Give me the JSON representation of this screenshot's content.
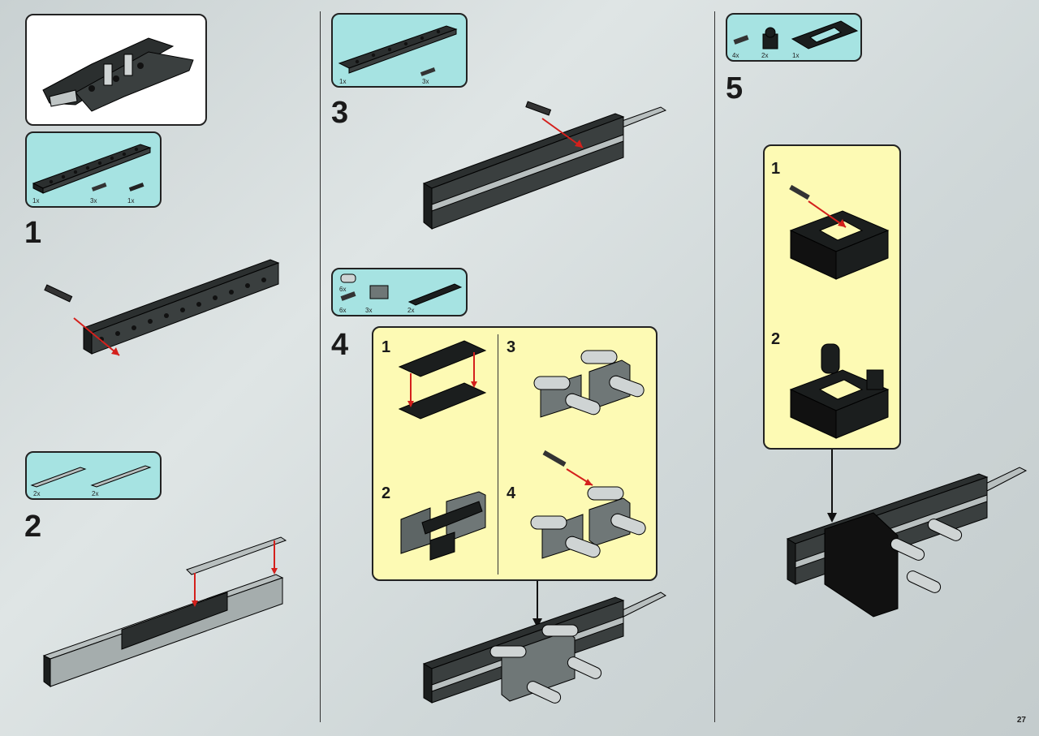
{
  "page": {
    "number": "27"
  },
  "colors": {
    "panel_cyan": "#a6e3e2",
    "panel_yellow": "#fdfab4",
    "arrow_red": "#d4201c",
    "brick_dark": "#2b2f2f",
    "brick_grey": "#9aa2a2"
  },
  "steps": [
    {
      "number": "1",
      "parts": [
        {
          "qty": "1x",
          "icon": "technic-beam-16-icon"
        },
        {
          "qty": "3x",
          "icon": "technic-pin-icon"
        },
        {
          "qty": "1x",
          "icon": "technic-axle-pin-icon"
        }
      ]
    },
    {
      "number": "2",
      "parts": [
        {
          "qty": "2x",
          "icon": "plate-1x8-icon"
        },
        {
          "qty": "2x",
          "icon": "plate-1x10-icon"
        }
      ]
    },
    {
      "number": "3",
      "parts": [
        {
          "qty": "1x",
          "icon": "technic-beam-16-icon"
        },
        {
          "qty": "3x",
          "icon": "technic-pin-icon"
        }
      ]
    },
    {
      "number": "4",
      "parts": [
        {
          "qty": "6x",
          "icon": "round-brick-icon"
        },
        {
          "qty": "6x",
          "icon": "technic-pin-icon"
        },
        {
          "qty": "3x",
          "icon": "axle-brick-icon"
        },
        {
          "qty": "2x",
          "icon": "plate-2x6-icon"
        }
      ],
      "substeps": [
        "1",
        "2",
        "3",
        "4"
      ]
    },
    {
      "number": "5",
      "parts": [
        {
          "qty": "4x",
          "icon": "technic-pin-icon"
        },
        {
          "qty": "2x",
          "icon": "hinge-brick-icon"
        },
        {
          "qty": "1x",
          "icon": "technic-frame-icon"
        }
      ],
      "substeps": [
        "1",
        "2"
      ]
    }
  ]
}
